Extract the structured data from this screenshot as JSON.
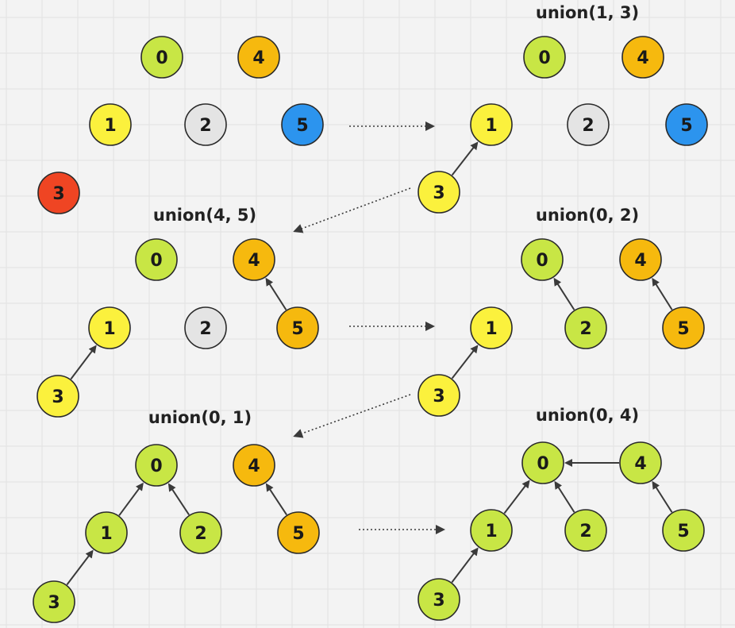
{
  "colors": {
    "green": "#c8e645",
    "orange": "#f6b90e",
    "yellow": "#fbf13d",
    "gray": "#e4e4e4",
    "blue": "#2c94ee",
    "red": "#ef4523",
    "stroke": "#2a2a2a",
    "arrow": "#3a3a3a",
    "grid": "#e2e2e2",
    "background": "#f3f3f3"
  },
  "labels": {
    "step1": "union(1, 3)",
    "step2": "union(0, 2)",
    "step3": "union(4, 5)",
    "step4": "union(0, 1)",
    "step5": "union(0, 4)"
  },
  "nodes": [
    {
      "id": "p0-0",
      "label": "0",
      "color": "green"
    },
    {
      "id": "p0-4",
      "label": "4",
      "color": "orange"
    },
    {
      "id": "p0-1",
      "label": "1",
      "color": "yellow"
    },
    {
      "id": "p0-2",
      "label": "2",
      "color": "gray"
    },
    {
      "id": "p0-5",
      "label": "5",
      "color": "blue"
    },
    {
      "id": "p0-3",
      "label": "3",
      "color": "red"
    },
    {
      "id": "p1-0",
      "label": "0",
      "color": "green"
    },
    {
      "id": "p1-4",
      "label": "4",
      "color": "orange"
    },
    {
      "id": "p1-1",
      "label": "1",
      "color": "yellow"
    },
    {
      "id": "p1-2",
      "label": "2",
      "color": "gray"
    },
    {
      "id": "p1-5",
      "label": "5",
      "color": "blue"
    },
    {
      "id": "p1-3",
      "label": "3",
      "color": "yellow"
    },
    {
      "id": "p2-0",
      "label": "0",
      "color": "green"
    },
    {
      "id": "p2-4",
      "label": "4",
      "color": "orange"
    },
    {
      "id": "p2-1",
      "label": "1",
      "color": "yellow"
    },
    {
      "id": "p2-2",
      "label": "2",
      "color": "gray"
    },
    {
      "id": "p2-5",
      "label": "5",
      "color": "orange"
    },
    {
      "id": "p2-3",
      "label": "3",
      "color": "yellow"
    },
    {
      "id": "p3-0",
      "label": "0",
      "color": "green"
    },
    {
      "id": "p3-4",
      "label": "4",
      "color": "orange"
    },
    {
      "id": "p3-1",
      "label": "1",
      "color": "yellow"
    },
    {
      "id": "p3-2",
      "label": "2",
      "color": "green"
    },
    {
      "id": "p3-5",
      "label": "5",
      "color": "orange"
    },
    {
      "id": "p3-3",
      "label": "3",
      "color": "yellow"
    },
    {
      "id": "p4-0",
      "label": "0",
      "color": "green"
    },
    {
      "id": "p4-4",
      "label": "4",
      "color": "orange"
    },
    {
      "id": "p4-1",
      "label": "1",
      "color": "green"
    },
    {
      "id": "p4-2",
      "label": "2",
      "color": "green"
    },
    {
      "id": "p4-5",
      "label": "5",
      "color": "orange"
    },
    {
      "id": "p4-3",
      "label": "3",
      "color": "green"
    },
    {
      "id": "p5-0",
      "label": "0",
      "color": "green"
    },
    {
      "id": "p5-4",
      "label": "4",
      "color": "green"
    },
    {
      "id": "p5-1",
      "label": "1",
      "color": "green"
    },
    {
      "id": "p5-2",
      "label": "2",
      "color": "green"
    },
    {
      "id": "p5-5",
      "label": "5",
      "color": "green"
    },
    {
      "id": "p5-3",
      "label": "3",
      "color": "green"
    }
  ],
  "edges": [
    {
      "from": "p1-3",
      "to": "p1-1"
    },
    {
      "from": "p2-3",
      "to": "p2-1"
    },
    {
      "from": "p2-5",
      "to": "p2-4"
    },
    {
      "from": "p3-3",
      "to": "p3-1"
    },
    {
      "from": "p3-2",
      "to": "p3-0"
    },
    {
      "from": "p3-5",
      "to": "p3-4"
    },
    {
      "from": "p4-3",
      "to": "p4-1"
    },
    {
      "from": "p4-1",
      "to": "p4-0"
    },
    {
      "from": "p4-2",
      "to": "p4-0"
    },
    {
      "from": "p4-5",
      "to": "p4-4"
    },
    {
      "from": "p5-3",
      "to": "p5-1"
    },
    {
      "from": "p5-1",
      "to": "p5-0"
    },
    {
      "from": "p5-2",
      "to": "p5-0"
    },
    {
      "from": "p5-4",
      "to": "p5-0"
    },
    {
      "from": "p5-5",
      "to": "p5-4"
    }
  ],
  "transitions": [
    {
      "id": "t1"
    },
    {
      "id": "t2"
    },
    {
      "id": "t3"
    },
    {
      "id": "t4"
    },
    {
      "id": "t5"
    }
  ]
}
